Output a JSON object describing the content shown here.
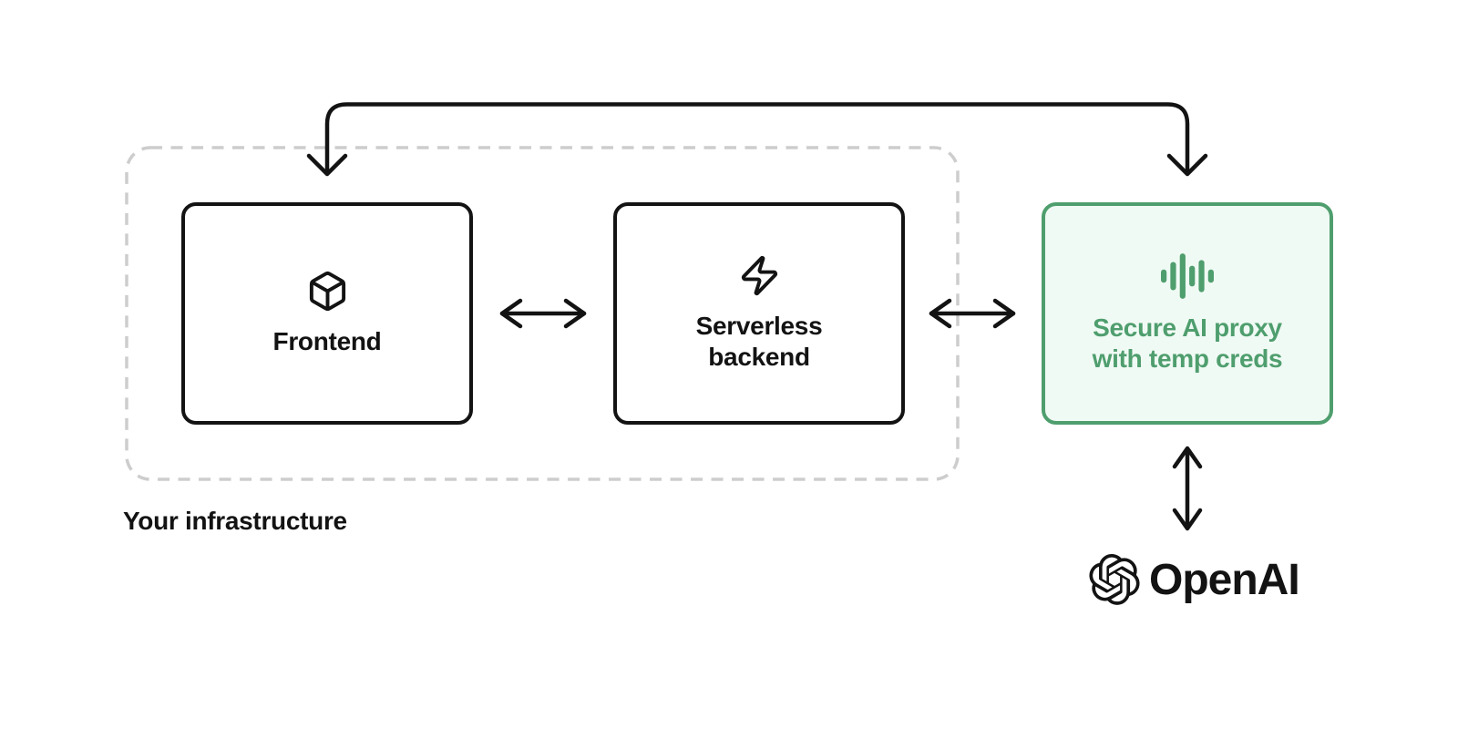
{
  "diagram": {
    "boundary_label": "Your infrastructure",
    "nodes": {
      "frontend": {
        "label": "Frontend",
        "icon": "box-icon"
      },
      "backend": {
        "label": "Serverless backend",
        "icon": "zap-icon"
      },
      "proxy": {
        "label": "Secure AI proxy with temp creds",
        "icon": "waveform-icon"
      },
      "openai": {
        "label": "OpenAI",
        "icon": "openai-logo-icon"
      }
    },
    "connectors": [
      {
        "name": "frontend-proxy-elbow",
        "type": "elbow-top",
        "arrows": "down-both-ends"
      },
      {
        "name": "frontend-backend",
        "type": "horizontal",
        "arrows": "both"
      },
      {
        "name": "backend-proxy",
        "type": "horizontal",
        "arrows": "both"
      },
      {
        "name": "proxy-openai",
        "type": "vertical",
        "arrows": "both"
      }
    ],
    "colors": {
      "ink": "#131313",
      "green": "#4f9e6e",
      "green_bg": "#f0faf4",
      "boundary": "#cdcdcd",
      "bg": "#ffffff"
    }
  }
}
